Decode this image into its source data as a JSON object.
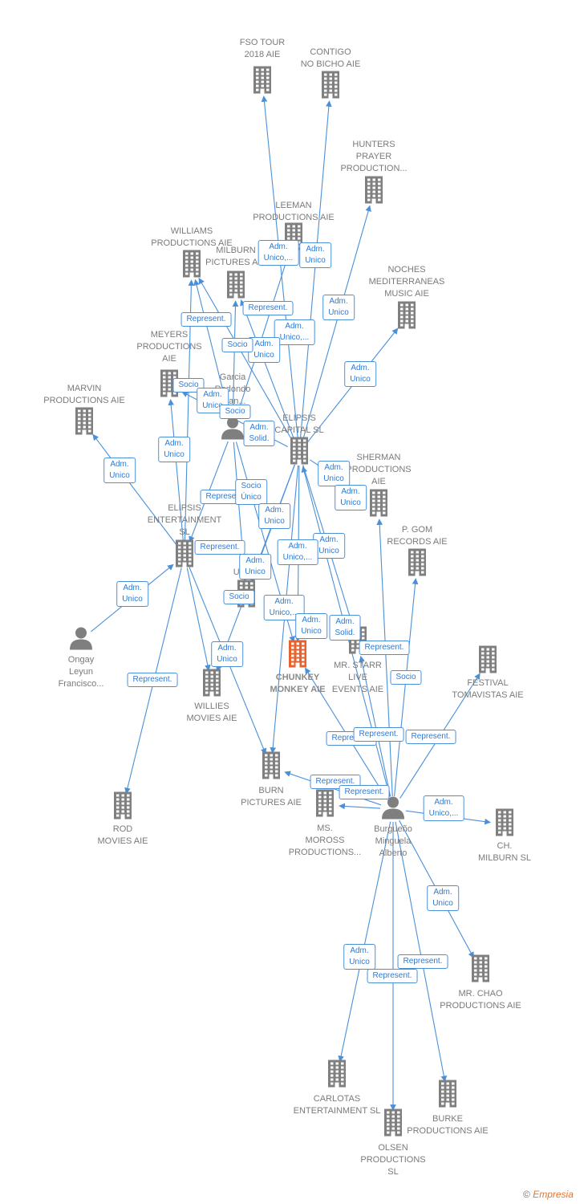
{
  "nodes": [
    {
      "id": "fso",
      "kind": "company",
      "lines": [
        "FSO TOUR",
        "2018 AIE"
      ]
    },
    {
      "id": "contigo",
      "kind": "company",
      "lines": [
        "CONTIGO",
        "NO BICHO  AIE"
      ]
    },
    {
      "id": "hunters",
      "kind": "company",
      "lines": [
        "HUNTERS",
        "PRAYER",
        "PRODUCTION..."
      ]
    },
    {
      "id": "leeman",
      "kind": "company",
      "lines": [
        "LEEMAN",
        "PRODUCTIONS AIE"
      ]
    },
    {
      "id": "williams",
      "kind": "company",
      "lines": [
        "WILLIAMS",
        "PRODUCTIONS AIE"
      ]
    },
    {
      "id": "milburn_pictures",
      "kind": "company",
      "lines": [
        "MILBURN",
        "PICTURES  AIE"
      ]
    },
    {
      "id": "noches",
      "kind": "company",
      "lines": [
        "NOCHES",
        "MEDITERRANEAS",
        "MUSIC AIE"
      ]
    },
    {
      "id": "meyers",
      "kind": "company",
      "lines": [
        "MEYERS",
        "PRODUCTIONS",
        "AIE"
      ]
    },
    {
      "id": "garcia",
      "kind": "person",
      "lines": [
        "Garcia",
        "Redondo",
        "Juan..."
      ]
    },
    {
      "id": "marvin",
      "kind": "company",
      "lines": [
        "MARVIN",
        "PRODUCTIONS AIE"
      ]
    },
    {
      "id": "elipsis_capital",
      "kind": "company",
      "lines": [
        "ELIPSIS",
        "CAPITAL  SL"
      ]
    },
    {
      "id": "sherman",
      "kind": "company",
      "lines": [
        "SHERMAN",
        "PRODUCTIONS",
        "AIE"
      ]
    },
    {
      "id": "elipsis_ent",
      "kind": "company",
      "lines": [
        "ELIPSIS",
        "ENTERTAINMENT",
        "SL"
      ]
    },
    {
      "id": "pgom",
      "kind": "company",
      "lines": [
        "P.  GOM",
        "RECORDS  AIE"
      ]
    },
    {
      "id": "uer",
      "kind": "company",
      "lines": [
        "UER..."
      ]
    },
    {
      "id": "ongay",
      "kind": "person",
      "lines": [
        "Ongay",
        "Leyun",
        "Francisco..."
      ]
    },
    {
      "id": "chunkey",
      "kind": "focus",
      "lines": [
        "CHUNKEY",
        "MONKEY AIE"
      ]
    },
    {
      "id": "mrstarr",
      "kind": "company",
      "lines": [
        "MR.  STARR",
        "LIVE",
        "EVENTS  AIE"
      ]
    },
    {
      "id": "festival",
      "kind": "company",
      "lines": [
        "FESTIVAL",
        "TOMAVISTAS AIE"
      ]
    },
    {
      "id": "willies",
      "kind": "company",
      "lines": [
        "WILLIES",
        "MOVIES  AIE"
      ]
    },
    {
      "id": "burn",
      "kind": "company",
      "lines": [
        "BURN",
        "PICTURES  AIE"
      ]
    },
    {
      "id": "rod",
      "kind": "company",
      "lines": [
        "ROD",
        "MOVIES  AIE"
      ]
    },
    {
      "id": "moross",
      "kind": "company",
      "lines": [
        "MS.",
        "MOROSS",
        "PRODUCTIONS..."
      ]
    },
    {
      "id": "burgueno",
      "kind": "person",
      "lines": [
        "Burgueño",
        "Minguela",
        "Alberto"
      ]
    },
    {
      "id": "chmilburn",
      "kind": "company",
      "lines": [
        "CH.",
        "MILBURN  SL"
      ]
    },
    {
      "id": "mrchao",
      "kind": "company",
      "lines": [
        "MR.  CHAO",
        "PRODUCTIONS AIE"
      ]
    },
    {
      "id": "carlotas",
      "kind": "company",
      "lines": [
        "CARLOTAS",
        "ENTERTAINMENT SL"
      ]
    },
    {
      "id": "burke",
      "kind": "company",
      "lines": [
        "BURKE",
        "PRODUCTIONS AIE"
      ]
    },
    {
      "id": "olsen",
      "kind": "company",
      "lines": [
        "OLSEN",
        "PRODUCTIONS",
        "SL"
      ]
    }
  ],
  "relations": [
    {
      "id": "r1",
      "lines": [
        "Adm.",
        "Unico,..."
      ]
    },
    {
      "id": "r2",
      "lines": [
        "Adm.",
        "Unico"
      ]
    },
    {
      "id": "r3",
      "lines": [
        "Represent."
      ]
    },
    {
      "id": "r4",
      "lines": [
        "Adm.",
        "Unico"
      ]
    },
    {
      "id": "r5",
      "lines": [
        "Represent."
      ]
    },
    {
      "id": "r6",
      "lines": [
        "Adm.",
        "Unico,..."
      ]
    },
    {
      "id": "r7",
      "lines": [
        "Adm.",
        "Unico"
      ]
    },
    {
      "id": "r8",
      "lines": [
        "Socio"
      ]
    },
    {
      "id": "r9",
      "lines": [
        "Adm.",
        "Unico"
      ]
    },
    {
      "id": "r10",
      "lines": [
        "Socio"
      ]
    },
    {
      "id": "r11",
      "lines": [
        "Adm.",
        "Unico"
      ]
    },
    {
      "id": "r12",
      "lines": [
        "Socio"
      ]
    },
    {
      "id": "r13",
      "lines": [
        "Adm.",
        "Solid."
      ]
    },
    {
      "id": "r14",
      "lines": [
        "Adm.",
        "Unico"
      ]
    },
    {
      "id": "r15",
      "lines": [
        "Adm.",
        "Unico"
      ]
    },
    {
      "id": "r16",
      "lines": [
        "Adm.",
        "Unico"
      ]
    },
    {
      "id": "r17",
      "lines": [
        "Adm.",
        "Unico"
      ]
    },
    {
      "id": "r18",
      "lines": [
        "Represent."
      ]
    },
    {
      "id": "r19",
      "lines": [
        "Socio",
        "Único"
      ]
    },
    {
      "id": "r20",
      "lines": [
        "Adm.",
        "Unico"
      ]
    },
    {
      "id": "r21",
      "lines": [
        "Adm.",
        "Unico"
      ]
    },
    {
      "id": "r22",
      "lines": [
        "Represent."
      ]
    },
    {
      "id": "r23",
      "lines": [
        "Adm.",
        "Unico,..."
      ]
    },
    {
      "id": "r24",
      "lines": [
        "Adm.",
        "Unico"
      ]
    },
    {
      "id": "r25",
      "lines": [
        "Adm.",
        "Unico"
      ]
    },
    {
      "id": "r26",
      "lines": [
        "Socio"
      ]
    },
    {
      "id": "r27",
      "lines": [
        "Adm.",
        "Unico,..."
      ]
    },
    {
      "id": "r28",
      "lines": [
        "Adm.",
        "Unico"
      ]
    },
    {
      "id": "r29",
      "lines": [
        "Adm.",
        "Solid."
      ]
    },
    {
      "id": "r30",
      "lines": [
        "Represent."
      ]
    },
    {
      "id": "r31",
      "lines": [
        "Represent."
      ]
    },
    {
      "id": "r32",
      "lines": [
        "Adm.",
        "Unico"
      ]
    },
    {
      "id": "r33",
      "lines": [
        "Socio"
      ]
    },
    {
      "id": "r34",
      "lines": [
        "Represent."
      ]
    },
    {
      "id": "r35",
      "lines": [
        "Represent."
      ]
    },
    {
      "id": "r36",
      "lines": [
        "Represent."
      ]
    },
    {
      "id": "r37",
      "lines": [
        "Represent."
      ]
    },
    {
      "id": "r38",
      "lines": [
        "Represent."
      ]
    },
    {
      "id": "r39",
      "lines": [
        "Adm.",
        "Unico,..."
      ]
    },
    {
      "id": "r40",
      "lines": [
        "Adm.",
        "Unico"
      ]
    },
    {
      "id": "r41",
      "lines": [
        "Adm.",
        "Unico"
      ]
    },
    {
      "id": "r42",
      "lines": [
        "Represent."
      ]
    },
    {
      "id": "r43",
      "lines": [
        "Represent."
      ]
    }
  ],
  "colors": {
    "edge": "#4a90d9",
    "company_icon": "#7f7f7f",
    "focus_icon": "#e8622c",
    "label": "#7a7a7a"
  },
  "footer": {
    "copyright": "©",
    "brand": "Empresia"
  }
}
